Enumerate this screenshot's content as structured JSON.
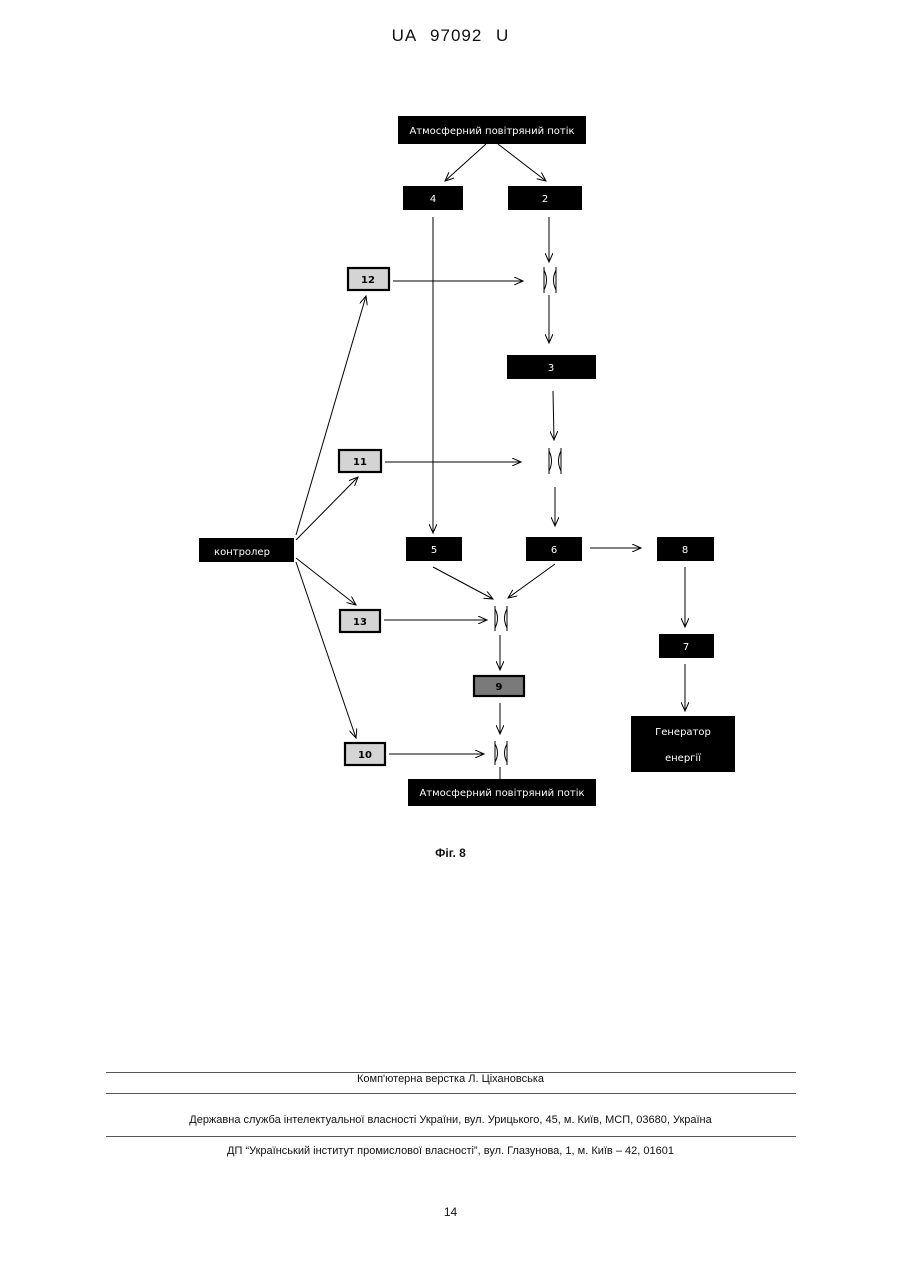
{
  "header": {
    "patent_no": "UA   97092   U"
  },
  "diagram": {
    "top_source": "Атмосферний повітряний потік",
    "bottom_source": "Атмосферний повітряний потік",
    "controller": "контролер",
    "generator_line1": "Генератор",
    "generator_line2": "енергії",
    "nodes": {
      "n2": "2",
      "n3": "3",
      "n4": "4",
      "n5": "5",
      "n6": "6",
      "n7": "7",
      "n8": "8",
      "n9": "9",
      "n10": "10",
      "n11": "11",
      "n12": "12",
      "n13": "13"
    }
  },
  "caption": "Фіг. 8",
  "footer": {
    "layout_credit": "Комп'ютерна верстка Л. Ціхановська",
    "office": "Державна служба інтелектуальної власності України, вул. Урицького, 45, м. Київ, МСП, 03680, Україна",
    "institute": "ДП “Український інститут промислової власності”, вул. Глазунова, 1, м. Київ – 42, 01601"
  },
  "page_number": "14"
}
